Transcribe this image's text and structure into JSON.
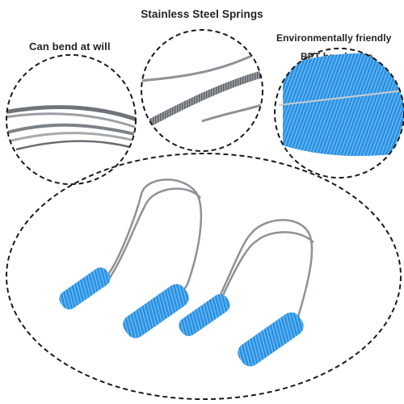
{
  "labels": {
    "springs": "Stainless Steel Springs",
    "bend": "Can bend at will",
    "eco_line1": "Environmentally friendly",
    "eco_line2": "BPT brush wire"
  },
  "colors": {
    "brush_blue": "#2a8fe0",
    "brush_blue_light": "#5fb4f2",
    "wire_steel": "#8d9297",
    "circle_border": "#1a1a1a"
  }
}
